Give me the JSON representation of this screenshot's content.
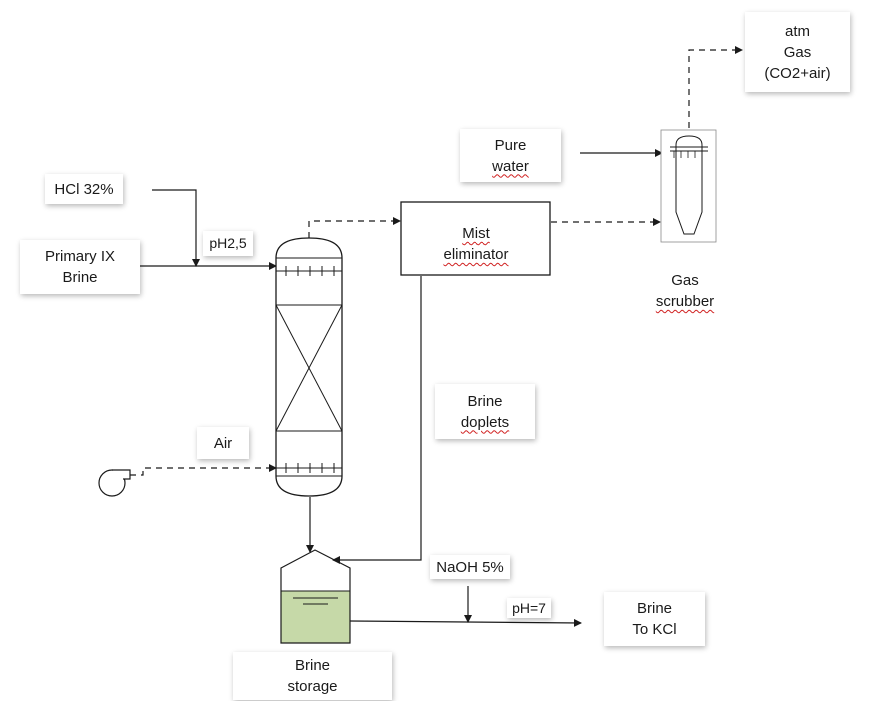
{
  "labels": {
    "hcl": "HCl 32%",
    "primary_brine_l1": "Primary IX",
    "primary_brine_l2": "Brine",
    "ph_in": "pH2,5",
    "mist_l1": "Mist",
    "mist_l2": "eliminator",
    "pure_water_l1": "Pure",
    "pure_water_l2": "water",
    "atm_l1": "atm",
    "atm_l2": "Gas",
    "atm_l3": "(CO2+air)",
    "scrubber_l1": "Gas",
    "scrubber_l2": "scrubber",
    "brine_droplets_l1": "Brine",
    "brine_droplets_l2": "doplets",
    "air": "Air",
    "naoh": "NaOH 5%",
    "ph_out": "pH=7",
    "brine_kcl_l1": "Brine",
    "brine_kcl_l2": "To KCl",
    "storage_l1": "Brine",
    "storage_l2": "storage"
  },
  "colors": {
    "line": "#1a1a1a",
    "liquid": "#c6d9a8",
    "spellcheck": "#d02020"
  }
}
